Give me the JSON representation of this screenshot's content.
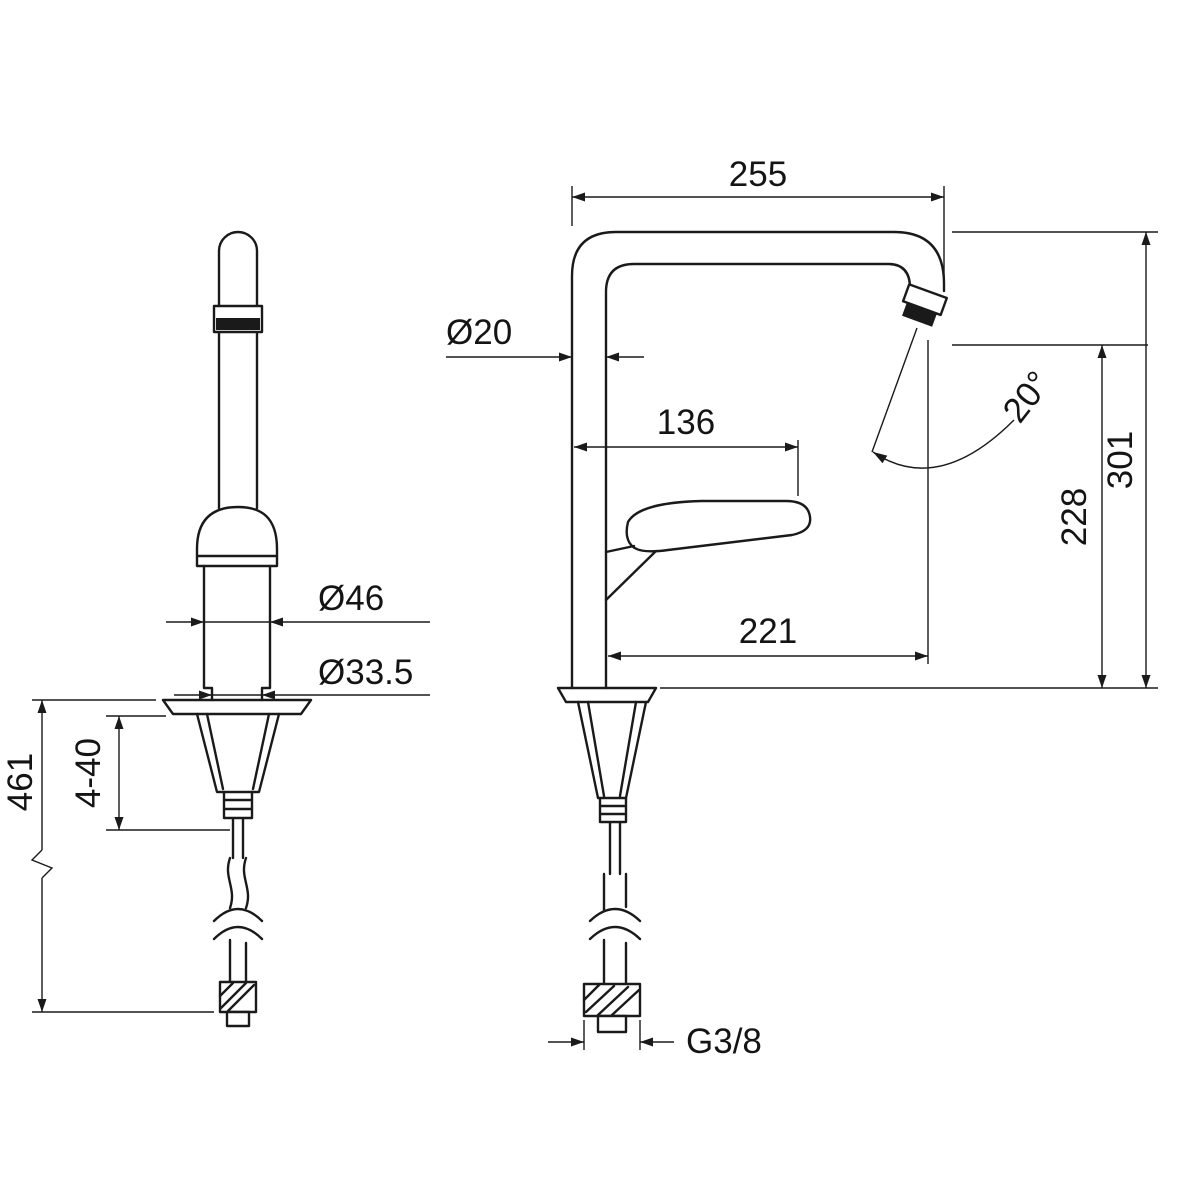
{
  "drawing": {
    "colors": {
      "line": "#1a1a1a",
      "background": "#ffffff"
    },
    "dimensions": {
      "spout_reach": "255",
      "pipe_diameter": "Ø20",
      "lever_length": "136",
      "outlet_angle": "20°",
      "height_total": "301",
      "height_outlet": "228",
      "reach_outlet": "221",
      "body_diameter": "Ø46",
      "hole_diameter": "Ø33.5",
      "supply_length": "461",
      "mount_thickness": "4-40",
      "thread": "G3/8"
    }
  }
}
